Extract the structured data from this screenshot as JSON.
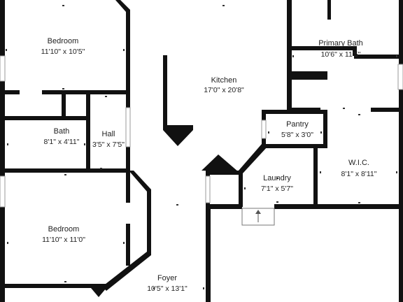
{
  "rooms": [
    {
      "id": "bedroom-top",
      "name": "Bedroom",
      "dims": "11'10\" x 10'5\""
    },
    {
      "id": "kitchen",
      "name": "Kitchen",
      "dims": "17'0\" x 20'8\""
    },
    {
      "id": "primary-bath",
      "name": "Primary Bath",
      "dims": "10'6\" x 11'5\""
    },
    {
      "id": "pantry",
      "name": "Pantry",
      "dims": "5'8\" x 3'0\""
    },
    {
      "id": "bath",
      "name": "Bath",
      "dims": "8'1\" x 4'11\""
    },
    {
      "id": "hall",
      "name": "Hall",
      "dims": "3'5\" x 7'5\""
    },
    {
      "id": "laundry",
      "name": "Laundry",
      "dims": "7'1\" x 5'7\""
    },
    {
      "id": "wic",
      "name": "W.I.C.",
      "dims": "8'1\" x 8'11\""
    },
    {
      "id": "bedroom-bottom",
      "name": "Bedroom",
      "dims": "11'10\" x 11'0\""
    },
    {
      "id": "foyer",
      "name": "Foyer",
      "dims": "10'5\" x 13'1\""
    }
  ],
  "colors": {
    "wall": "#111111",
    "background": "#ffffff",
    "text": "#222222"
  }
}
